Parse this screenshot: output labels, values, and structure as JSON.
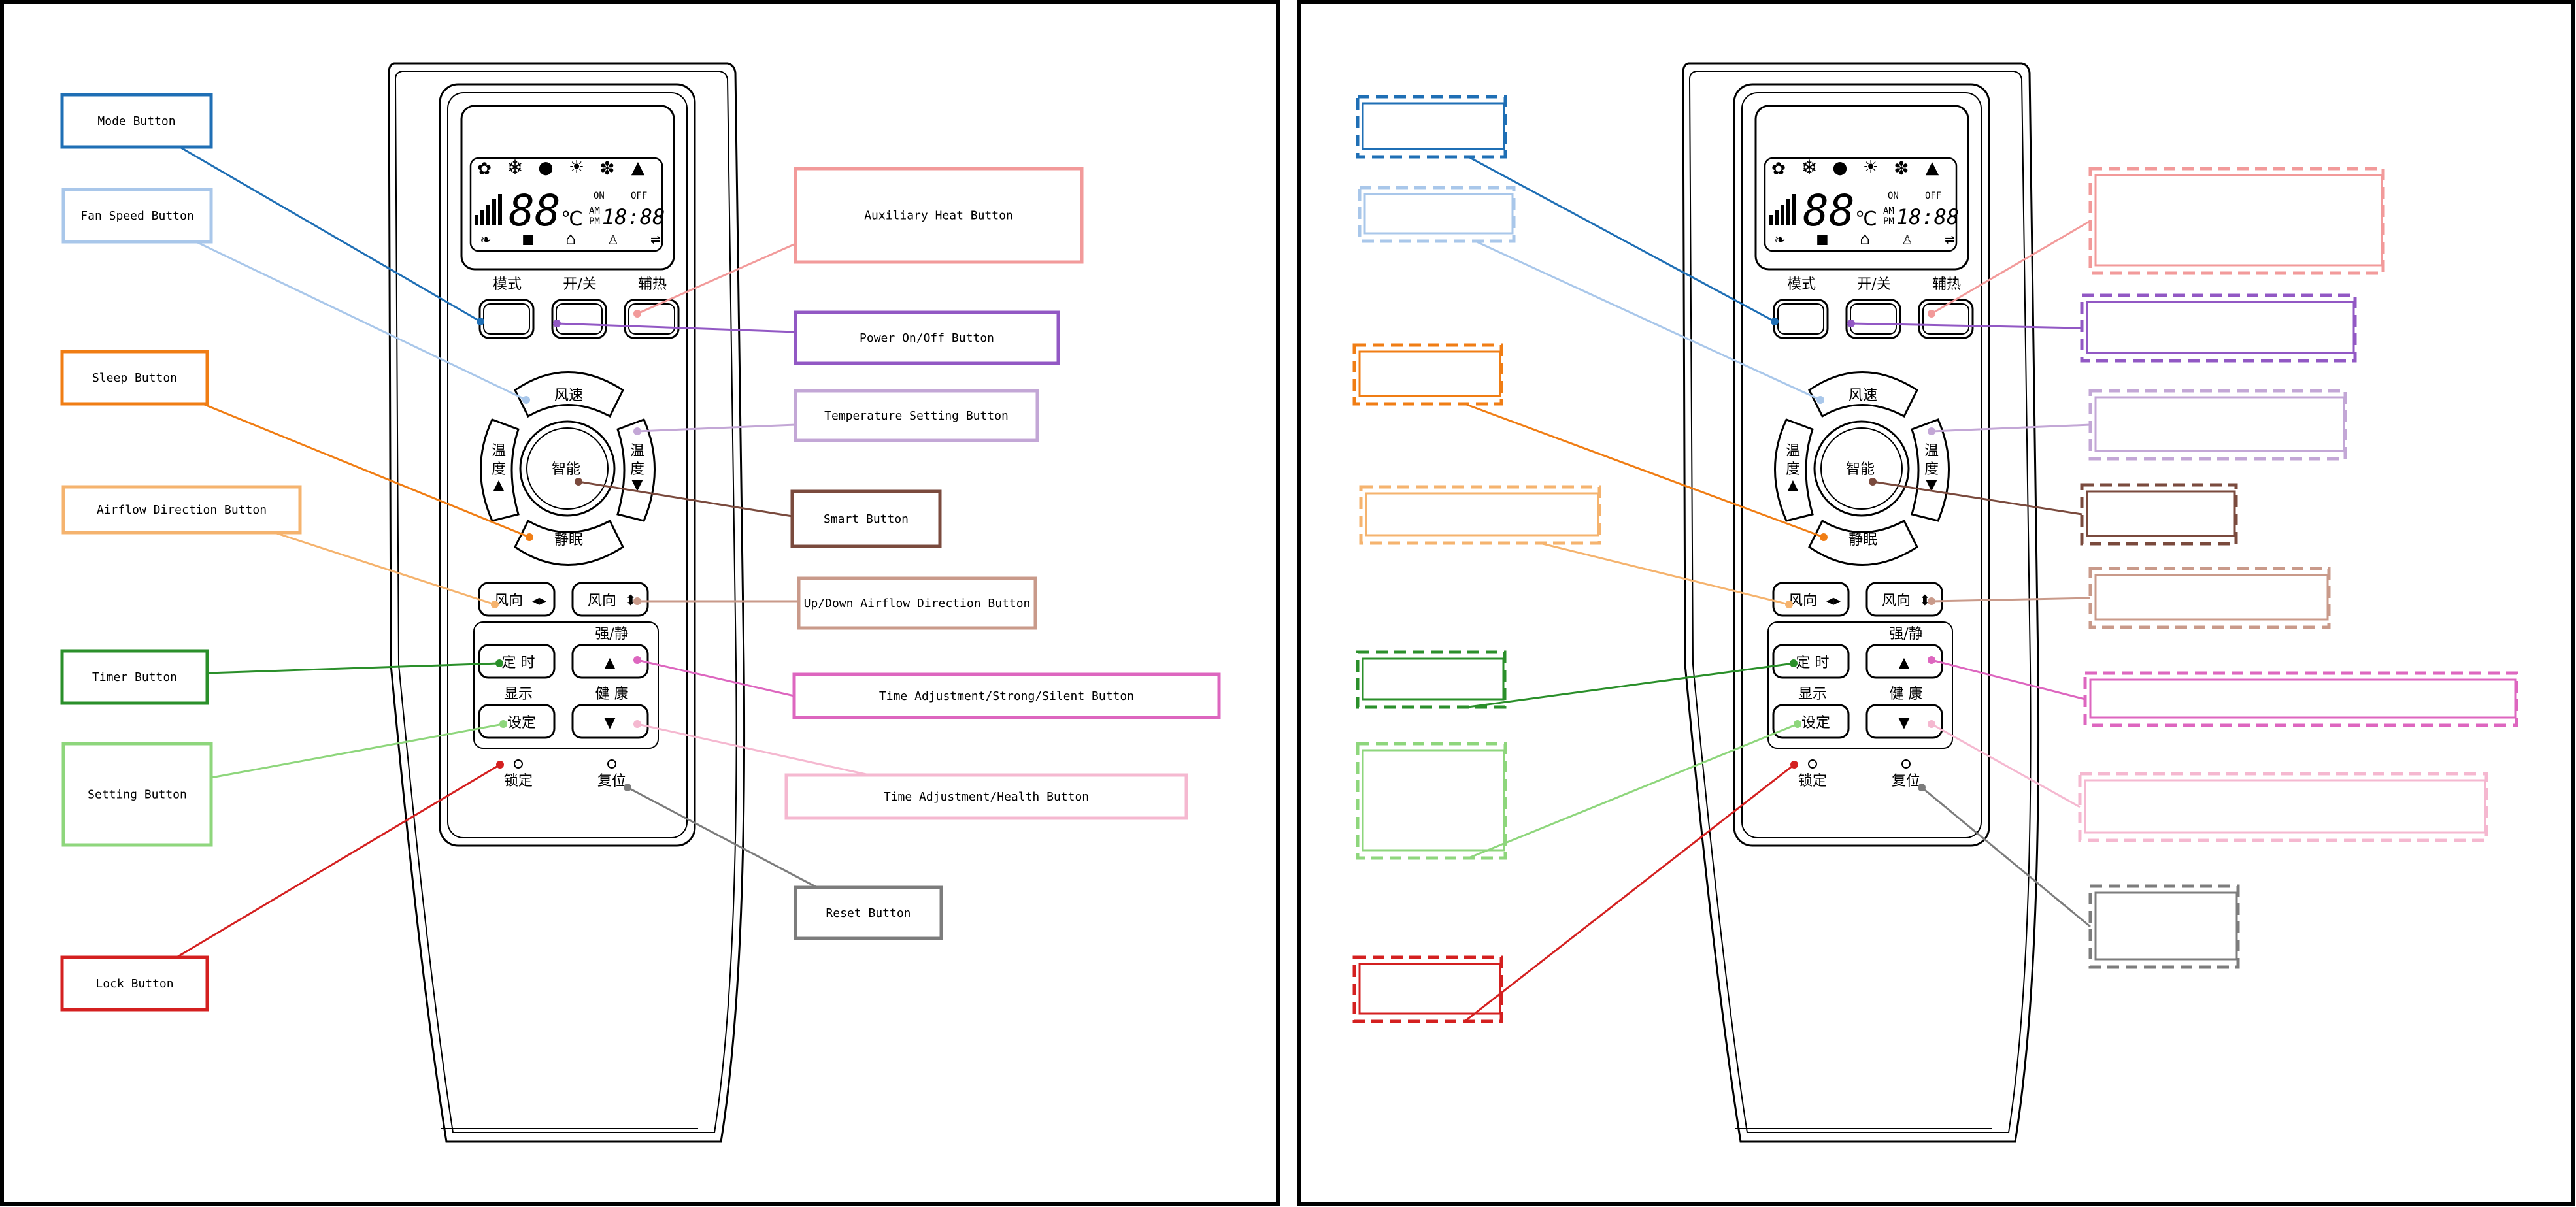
{
  "colors": {
    "mode": "#1f6fb5",
    "fan": "#a9c7ea",
    "sleep": "#f07d14",
    "airflow": "#f5b36e",
    "timer": "#2a8f2a",
    "setting": "#8ed67c",
    "lock": "#d42020",
    "aux": "#f29a9a",
    "power": "#9258c4",
    "temp": "#c3a7d6",
    "smart": "#7a4a3d",
    "updown": "#c99a8a",
    "timeadj": "#dd66bf",
    "health": "#f5b8d0",
    "reset": "#7c7c7c"
  },
  "left_labels": {
    "mode": "Mode Button",
    "fan": "Fan Speed Button",
    "sleep": "Sleep Button",
    "airflow": "Airflow Direction Button",
    "timer": "Timer Button",
    "setting": "Setting Button",
    "lock": "Lock Button",
    "aux": "Auxiliary Heat Button",
    "power": "Power On/Off Button",
    "temp": "Temperature Setting Button",
    "smart": "Smart Button",
    "updown": "Up/Down Airflow Direction Button",
    "timeadj": "Time Adjustment/Strong/Silent Button",
    "health": "Time Adjustment/Health Button",
    "reset": "Reset Button"
  },
  "remote": {
    "mode": "模式",
    "power": "开/关",
    "aux": "辅热",
    "fan": "风速",
    "temp_left": "温度",
    "temp_right": "温度",
    "smart": "智能",
    "sleep": "静眠",
    "airflow": "风向",
    "updown": "风向",
    "strong_silent": "强/静",
    "timer": "定 时",
    "display": "显示",
    "health": "健 康",
    "setting": "设定",
    "lock": "锁定",
    "reset": "复位",
    "lcd_digits": "88",
    "lcd_unit": "℃",
    "lcd_on": "ON",
    "lcd_off": "OFF",
    "lcd_am": "AM",
    "lcd_pm": "PM",
    "lcd_time": "18:88"
  }
}
